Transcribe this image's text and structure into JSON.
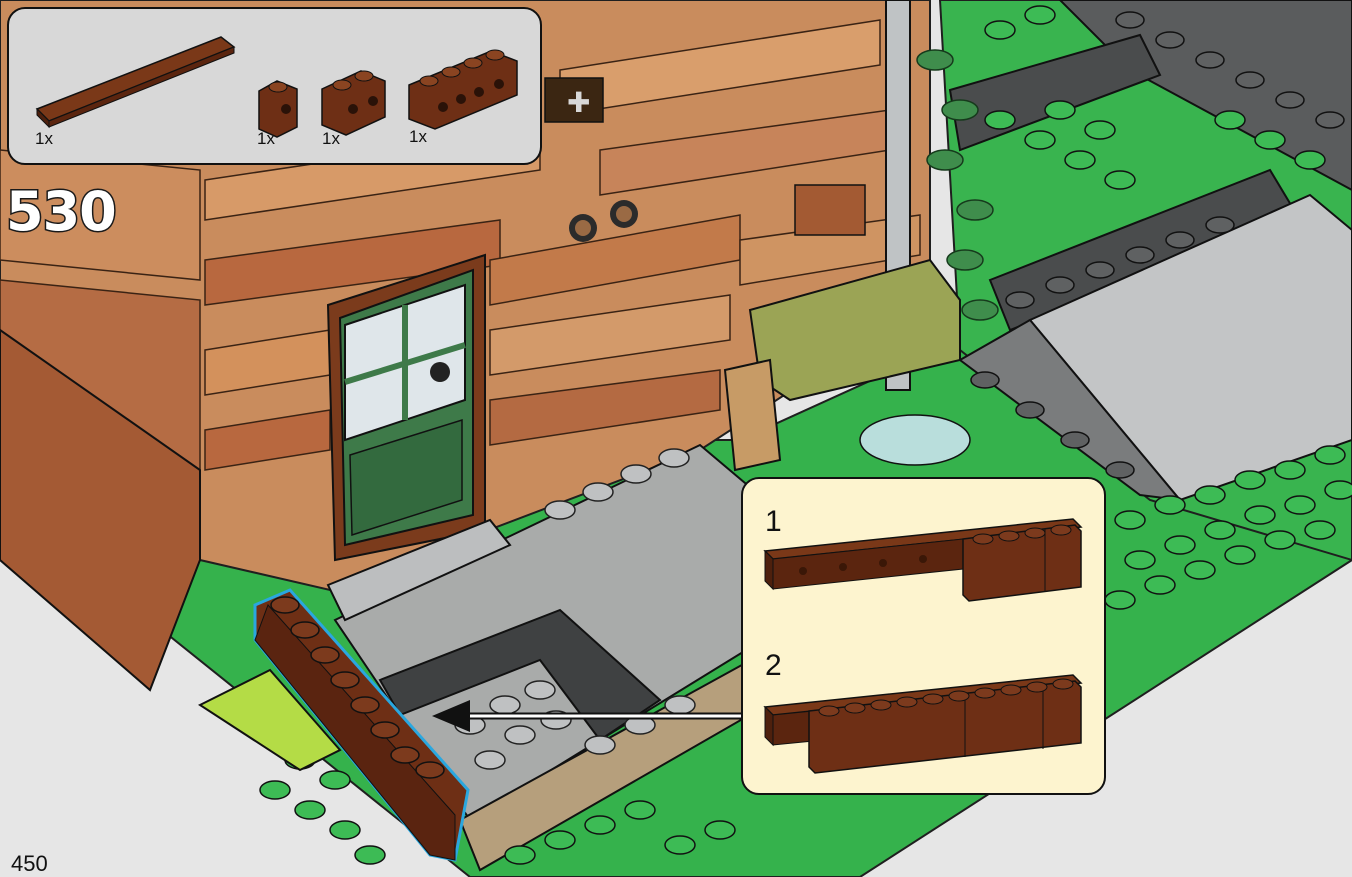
{
  "step": {
    "number": "530"
  },
  "parts": [
    {
      "name": "tile-1x8-reddish-brown",
      "qty": "1x"
    },
    {
      "name": "brick-1x1-reddish-brown",
      "qty": "1x"
    },
    {
      "name": "brick-1x2-reddish-brown",
      "qty": "1x"
    },
    {
      "name": "brick-1x4-reddish-brown",
      "qty": "1x"
    }
  ],
  "substeps": [
    {
      "label": "1"
    },
    {
      "label": "2"
    }
  ],
  "page": {
    "number": "450"
  },
  "colors": {
    "reddish_brown": "#6e2f15",
    "highlight_outline": "#2aa7df",
    "baseplate_green": "#35b24c",
    "tile_gray": "#a9abaa",
    "dark_gray": "#4b4d4e",
    "wall_tan": "#c7895b",
    "door_green": "#3f7a4a",
    "callout_bg": "#fdf4cf",
    "parts_bg": "#d8d8d8"
  }
}
